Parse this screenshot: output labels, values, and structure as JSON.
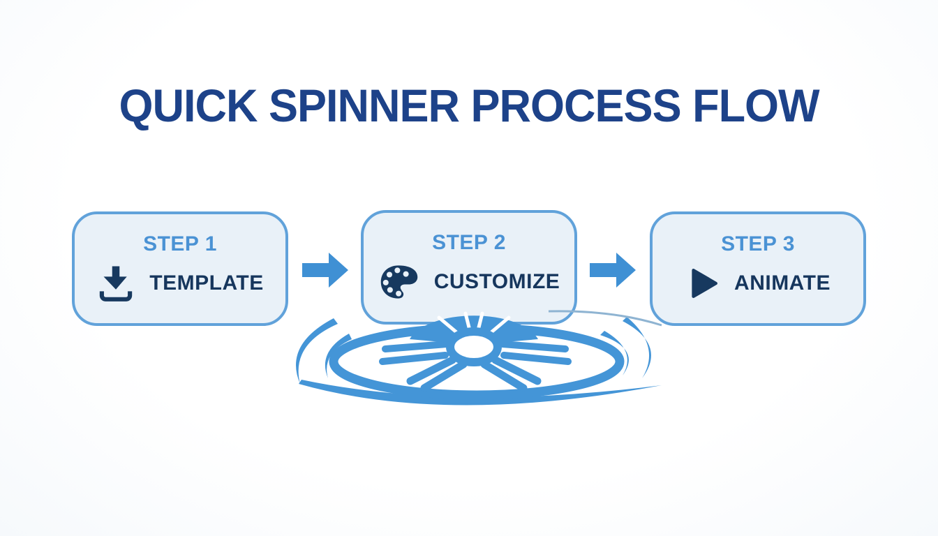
{
  "title": "QUICK SPINNER PROCESS FLOW",
  "steps": [
    {
      "step_label": "STEP 1",
      "name": "TEMPLATE",
      "icon": "download-icon"
    },
    {
      "step_label": "STEP 2",
      "name": "CUSTOMIZE",
      "icon": "palette-icon"
    },
    {
      "step_label": "STEP 3",
      "name": "ANIMATE",
      "icon": "play-icon"
    }
  ],
  "arrows": [
    {
      "name": "flow-arrow-1",
      "direction": "right"
    },
    {
      "name": "flow-arrow-2",
      "direction": "right"
    }
  ],
  "illustration": {
    "name": "spinning-wheel"
  },
  "colors": {
    "title": "#1d4289",
    "step_label": "#4a92d4",
    "step_name": "#16365d",
    "card_bg": "#e9f1f8",
    "card_border": "#61a2da",
    "arrow": "#3f90d4",
    "spinner": "#4495d7",
    "icon": "#17395f",
    "bg": "#fcfdfe"
  }
}
